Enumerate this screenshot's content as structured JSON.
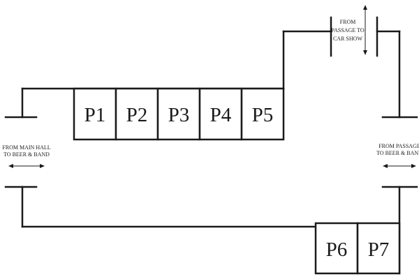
{
  "booths": [
    "P1",
    "P2",
    "P3",
    "P4",
    "P5",
    "P6",
    "P7"
  ],
  "entrances": {
    "left": [
      "FROM MAIN HALL",
      "TO BEER & BAND"
    ],
    "right": [
      "FROM PASSAGE",
      "TO BEER & BAND"
    ],
    "top": [
      "FROM",
      "PASSAGE TO",
      "CAR SHOW"
    ]
  },
  "colors": {
    "ink": "#1a1a1a",
    "background": "#ffffff"
  }
}
